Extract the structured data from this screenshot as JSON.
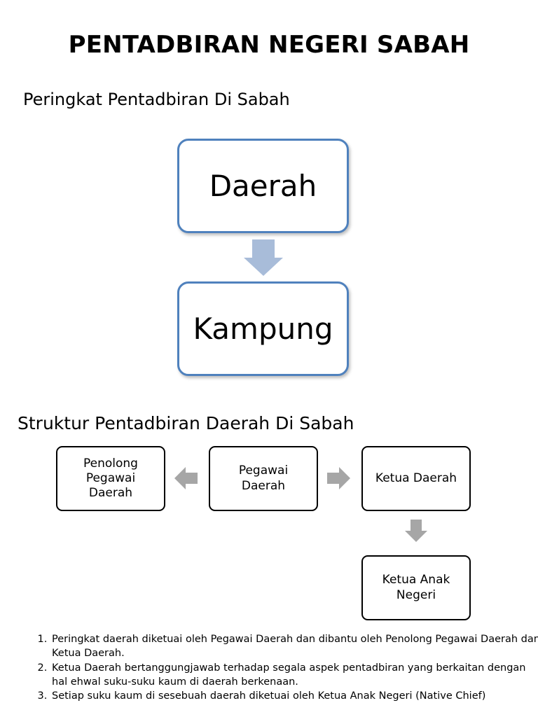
{
  "title": "PENTADBIRAN NEGERI SABAH",
  "section1": {
    "heading": "Peringkat Pentadbiran Di Sabah",
    "levels": [
      "Daerah",
      "Kampung"
    ]
  },
  "section2": {
    "heading": "Struktur Pentadbiran Daerah Di Sabah",
    "nodes": {
      "penolong": "Penolong\nPegawai\nDaerah",
      "pegawai": "Pegawai\nDaerah",
      "ketua_daerah": "Ketua Daerah",
      "ketua_anak_negeri": "Ketua Anak\nNegeri"
    }
  },
  "notes": [
    "Peringkat daerah diketuai oleh Pegawai Daerah dan dibantu oleh Penolong Pegawai Daerah dan Ketua Daerah.",
    "Ketua Daerah bertanggungjawab terhadap segala aspek pentadbiran yang berkaitan dengan hal ehwal suku-suku kaum di daerah berkenaan.",
    "Setiap suku kaum di sesebuah daerah diketuai oleh Ketua Anak Negeri (Native Chief)"
  ],
  "colors": {
    "box_border": "#4f81bd",
    "arrow_blue": "#a8bcd9",
    "arrow_grey": "#a6a6a6"
  }
}
